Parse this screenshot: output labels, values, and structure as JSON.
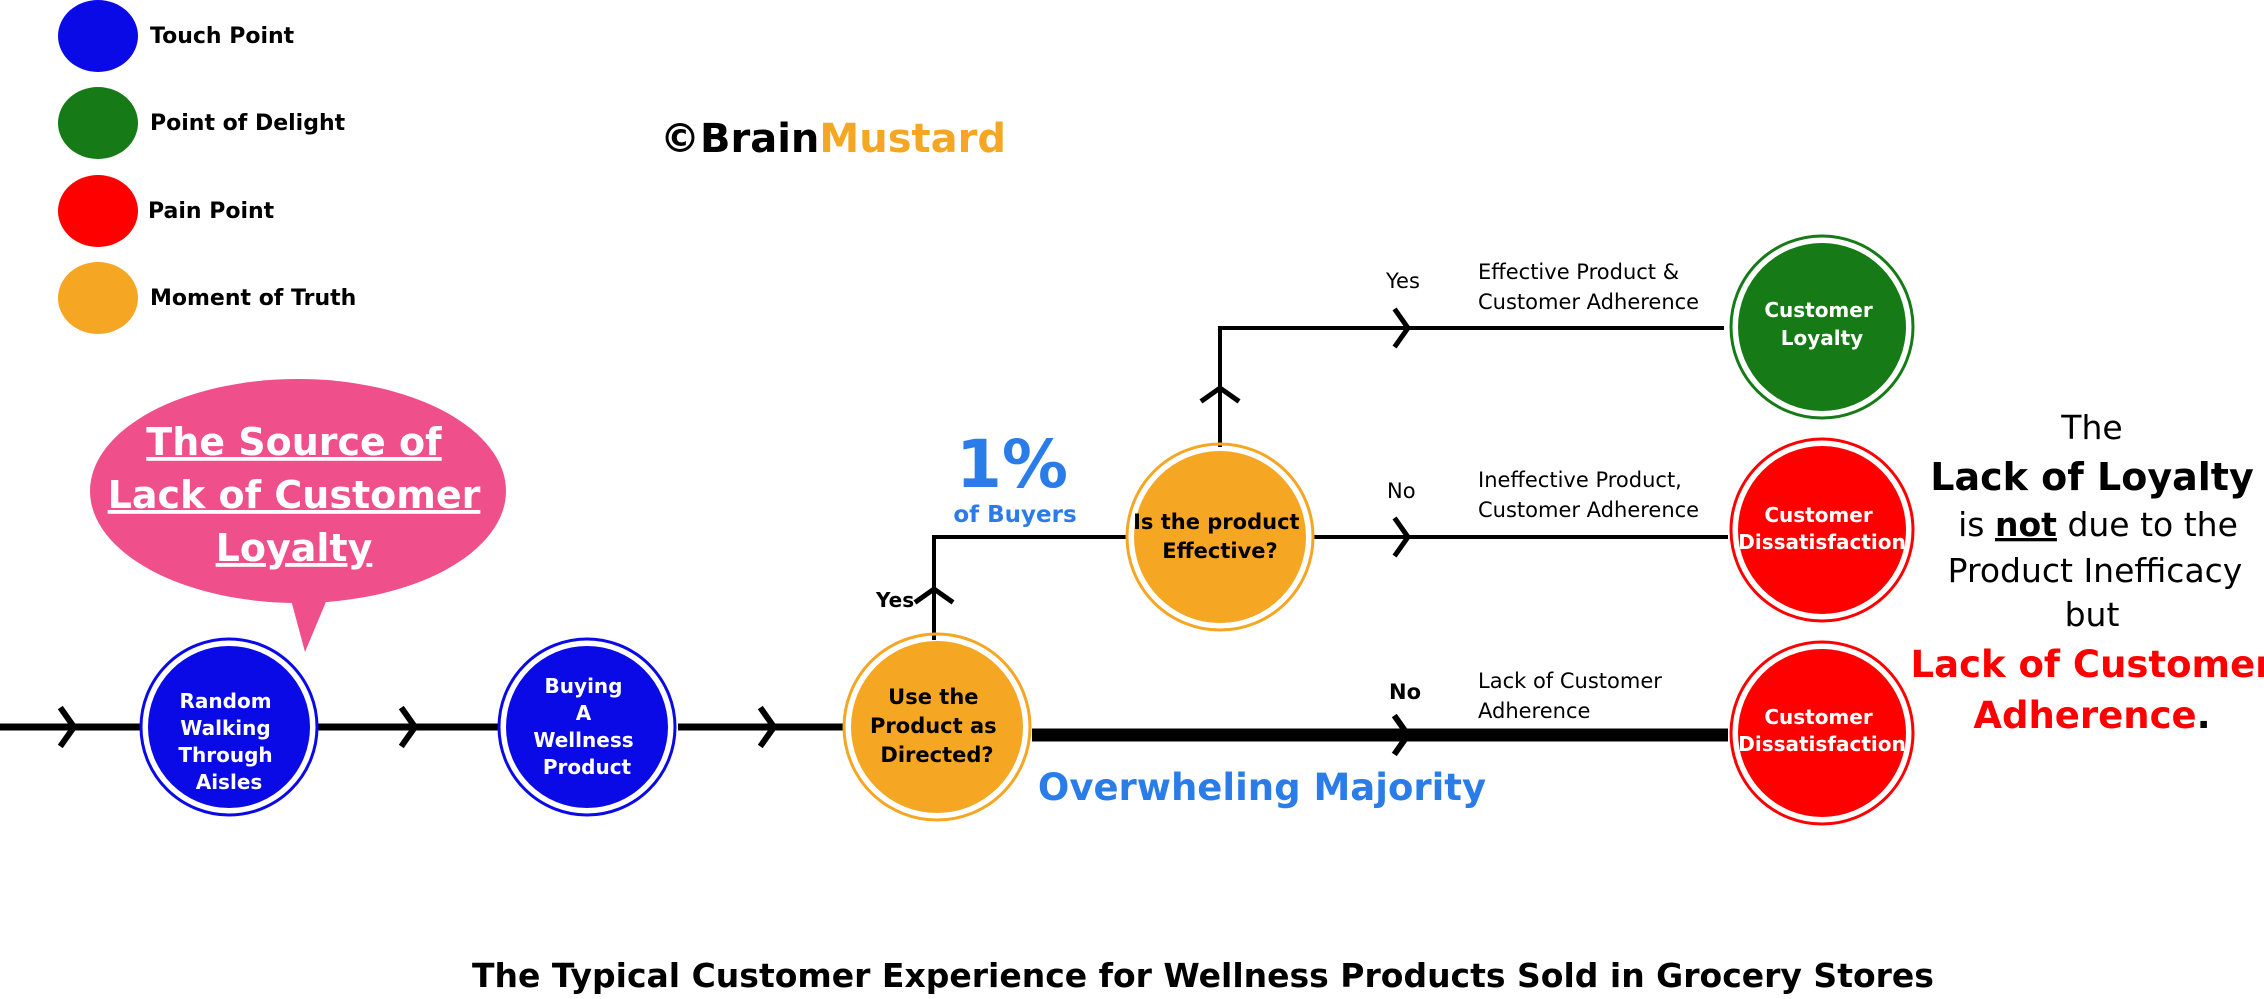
{
  "colors": {
    "touch_point": "#0a0ae6",
    "point_of_delight": "#167a16",
    "pain_point": "#ff0000",
    "moment_of_truth": "#f5a623",
    "bubble": "#ef4f8b",
    "accent_blue": "#2a7de8",
    "brand_orange": "#f5a623",
    "text": "#000000"
  },
  "legend": [
    {
      "label": "Touch Point",
      "color_key": "touch_point"
    },
    {
      "label": "Point of Delight",
      "color_key": "point_of_delight"
    },
    {
      "label": "Pain Point",
      "color_key": "pain_point"
    },
    {
      "label": "Moment of Truth",
      "color_key": "moment_of_truth"
    }
  ],
  "brand": {
    "copyright": "©",
    "part1": "Brain",
    "part2": "Mustard"
  },
  "callout": {
    "line1": "The Source of",
    "line2": "Lack of Customer",
    "line3": "Loyalty"
  },
  "nodes": {
    "random_walking": [
      "Random",
      "Walking",
      "Through",
      "Aisles"
    ],
    "buying": [
      "Buying",
      "A",
      "Wellness",
      "Product"
    ],
    "use_product": [
      "Use the",
      "Product as",
      "Directed?"
    ],
    "effective": [
      "Is the product",
      "Effective?"
    ],
    "loyalty": [
      "Customer",
      "Loyalty"
    ],
    "dissatisfaction_mid": [
      "Customer",
      "Dissatisfaction"
    ],
    "dissatisfaction_bottom": [
      "Customer",
      "Dissatisfaction"
    ]
  },
  "labels": {
    "yes_use": "Yes",
    "yes_effective": "Yes",
    "no_effective": "No",
    "no_use": "No",
    "effective_adherence": [
      "Effective Product &",
      "Customer Adherence"
    ],
    "ineffective_adherence": [
      "Ineffective Product,",
      "Customer Adherence"
    ],
    "lack_adherence": [
      "Lack of Customer",
      "Adherence"
    ],
    "percent": "1%",
    "of_buyers": "of Buyers",
    "majority": "Overwheling Majority"
  },
  "conclusion": {
    "the": "The",
    "lack_of_loyalty": "Lack of Loyalty",
    "is": "is",
    "not": "not",
    "due_to_the": "due to the",
    "product_inefficacy": "Product Inefficacy",
    "but": "but",
    "lack_of_customer": "Lack of Customer",
    "adherence": "Adherence",
    "period": "."
  },
  "title": "The Typical Customer Experience for Wellness Products Sold in Grocery Stores"
}
